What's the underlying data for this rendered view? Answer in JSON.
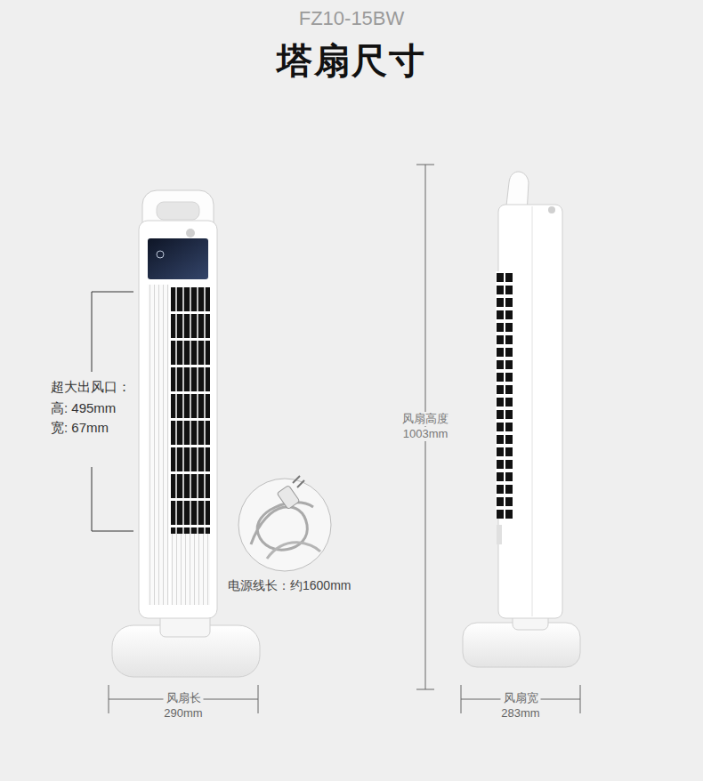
{
  "diagram": {
    "title": "塔扇尺寸",
    "labels": [
      "FZ10-15BW",
      "超大出风口：",
      "高: 495mm",
      "宽: 67mm",
      "电源线长：约1600mm",
      "风扇高度",
      "1003mm",
      "风扇长",
      "290mm",
      "风扇宽",
      "283mm"
    ]
  }
}
